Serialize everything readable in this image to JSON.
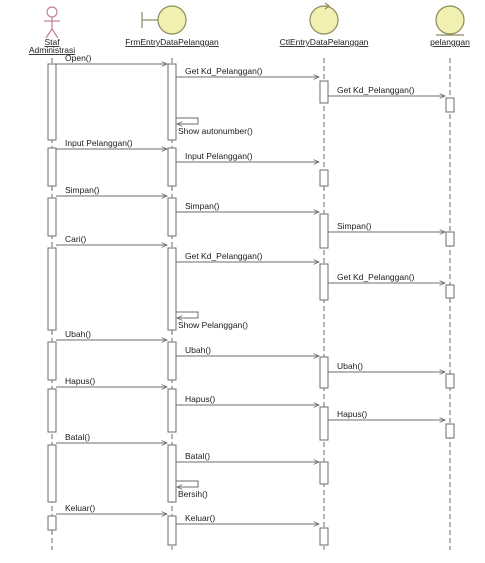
{
  "participants": [
    {
      "key": "actor",
      "kind": "actor",
      "name_lines": [
        "Staf",
        "Administrasi"
      ]
    },
    {
      "key": "form",
      "kind": "boundary",
      "name_lines": [
        "FrmEntryDataPelanggan"
      ]
    },
    {
      "key": "ctrl",
      "kind": "control",
      "name_lines": [
        "CtlEntryDataPelanggan"
      ]
    },
    {
      "key": "ent",
      "kind": "entity",
      "name_lines": [
        "pelanggan"
      ]
    }
  ],
  "messages": [
    {
      "from": "actor",
      "to": "form",
      "label": "Open()"
    },
    {
      "from": "form",
      "to": "ctrl",
      "label": "Get Kd_Pelanggan()"
    },
    {
      "from": "ctrl",
      "to": "ent",
      "label": "Get Kd_Pelanggan()"
    },
    {
      "from": "form",
      "to": "form",
      "label": "Show autonumber()"
    },
    {
      "from": "actor",
      "to": "form",
      "label": "Input Pelanggan()"
    },
    {
      "from": "form",
      "to": "ctrl",
      "label": "Input Pelanggan()"
    },
    {
      "from": "actor",
      "to": "form",
      "label": "Simpan()"
    },
    {
      "from": "form",
      "to": "ctrl",
      "label": "Simpan()"
    },
    {
      "from": "ctrl",
      "to": "ent",
      "label": "Simpan()"
    },
    {
      "from": "actor",
      "to": "form",
      "label": "Cari()"
    },
    {
      "from": "form",
      "to": "ctrl",
      "label": "Get Kd_Pelanggan()"
    },
    {
      "from": "ctrl",
      "to": "ent",
      "label": "Get Kd_Pelanggan()"
    },
    {
      "from": "form",
      "to": "form",
      "label": "Show Pelanggan()"
    },
    {
      "from": "actor",
      "to": "form",
      "label": "Ubah()"
    },
    {
      "from": "form",
      "to": "ctrl",
      "label": "Ubah()"
    },
    {
      "from": "ctrl",
      "to": "ent",
      "label": "Ubah()"
    },
    {
      "from": "actor",
      "to": "form",
      "label": "Hapus()"
    },
    {
      "from": "form",
      "to": "ctrl",
      "label": "Hapus()"
    },
    {
      "from": "ctrl",
      "to": "ent",
      "label": "Hapus()"
    },
    {
      "from": "actor",
      "to": "form",
      "label": "Batal()"
    },
    {
      "from": "form",
      "to": "ctrl",
      "label": "Batal()"
    },
    {
      "from": "form",
      "to": "form",
      "label": "Bersih()"
    },
    {
      "from": "actor",
      "to": "form",
      "label": "Keluar()"
    },
    {
      "from": "form",
      "to": "ctrl",
      "label": "Keluar()"
    }
  ],
  "colors": {
    "line": "#6d6d6d",
    "actor": "#c0809a",
    "head_fill": "#f2f0b0",
    "head_stroke": "#8a8a5a",
    "activation_fill": "#ffffff",
    "text": "#1a1a1a"
  }
}
